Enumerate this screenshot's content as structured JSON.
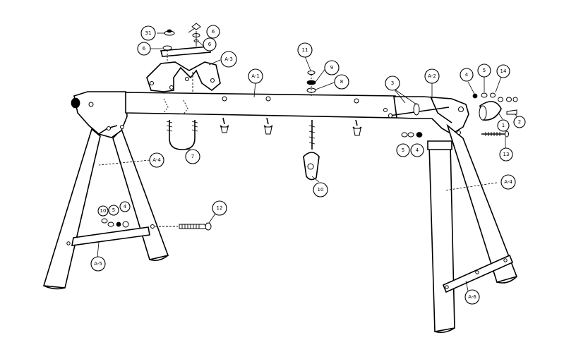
{
  "callouts": {
    "a1": "A-1",
    "a2": "A-2",
    "a3": "A-3",
    "a4_left": "A-4",
    "a4_right": "A-4",
    "a5": "A-5",
    "a6": "A-6",
    "p1": "1",
    "p2": "2",
    "p3": "3",
    "p4_top": "4",
    "p4_right": "4",
    "p4_left": "4",
    "p5_top": "5",
    "p5_right": "5",
    "p5_left": "5",
    "p6_a": "6",
    "p6_b": "6",
    "p6_c": "6",
    "p7": "7",
    "p8": "8",
    "p9": "9",
    "p10": "10",
    "p10_left": "10",
    "p11": "11",
    "p12": "12",
    "p13": "13",
    "p14": "14",
    "p31": "31"
  }
}
